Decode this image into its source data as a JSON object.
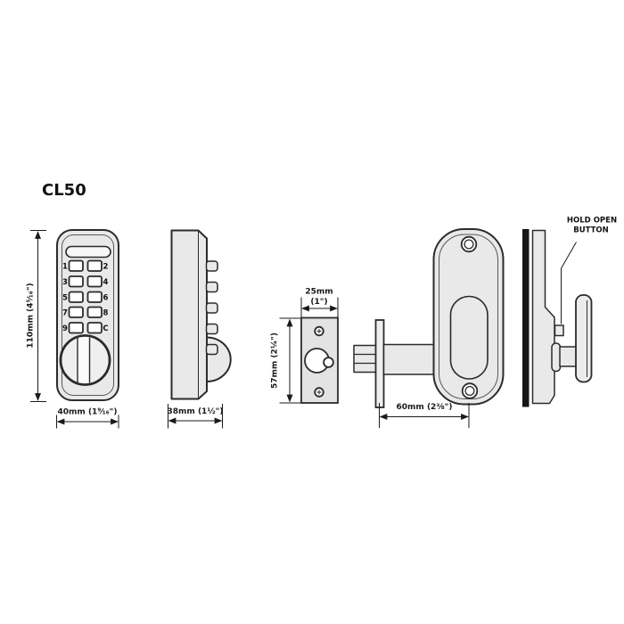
{
  "title": "CL50",
  "front_view": {
    "height_label": "110mm (4⁵⁄₁₆\")",
    "width_label": "40mm (1⁹⁄₁₆\")",
    "keypad": {
      "left_digits": [
        "1",
        "3",
        "5",
        "7",
        "9"
      ],
      "right_digits": [
        "2",
        "4",
        "6",
        "8",
        "C"
      ]
    }
  },
  "side_view": {
    "depth_label": "38mm (1½\")"
  },
  "strike_plate_view": {
    "width_label_mm": "25mm",
    "width_label_in": "(1\")",
    "height_label": "57mm (2¼\")"
  },
  "latch_view": {
    "backset_label": "60mm (2⅜\")"
  },
  "rear_side_view": {
    "callout_line1": "HOLD OPEN",
    "callout_line2": "BUTTON"
  },
  "colors": {
    "outline": "#2b2b2b",
    "part_fill": "#e9e9e9",
    "door_strip": "#161616"
  }
}
